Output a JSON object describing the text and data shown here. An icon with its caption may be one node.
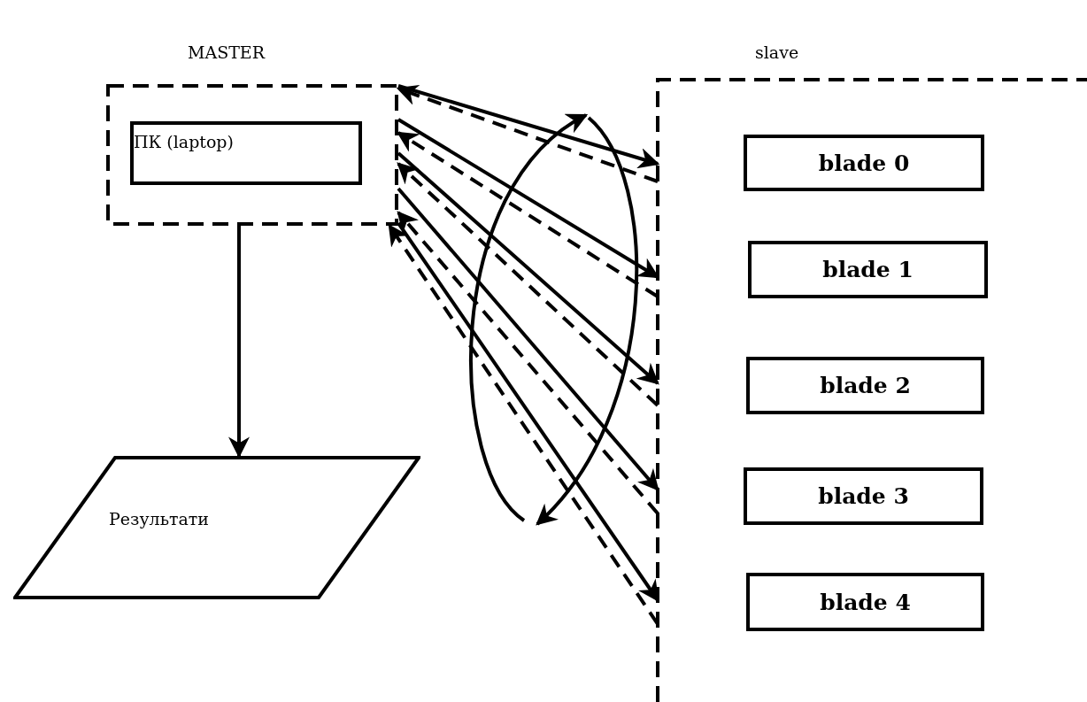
{
  "diagram": {
    "nodes": [
      {
        "text": [],
        "shape": "box"
      },
      {
        "text": [
          "ПК (laptop)"
        ],
        "in": 0
      },
      {
        "text": [
          "Результати"
        ]
      },
      {
        "text": [],
        "shape": "box"
      },
      {
        "text": [
          "blade 0"
        ],
        "in": 3
      },
      {
        "text": [
          "blade 1"
        ],
        "in": 3
      },
      {
        "text": [
          "blade 2"
        ],
        "in": 3
      },
      {
        "text": [
          "blade 3"
        ],
        "in": 3
      },
      {
        "text": [
          "blade 4"
        ],
        "in": 3
      }
    ],
    "edges": [
      {
        "from": 0,
        "to": 2,
        "arrow": "to"
      },
      {
        "from": 0,
        "to": 3,
        "arrow": "to"
      },
      {
        "from": 3,
        "to": 0,
        "arrow": "to",
        "style": "dashed"
      },
      {
        "from": 0,
        "to": 3,
        "arrow": "to"
      },
      {
        "from": 3,
        "to": 0,
        "arrow": "to",
        "style": "dashed"
      },
      {
        "from": 0,
        "to": 3,
        "arrow": "to"
      },
      {
        "from": 3,
        "to": 0,
        "arrow": "to",
        "style": "dashed"
      },
      {
        "from": 0,
        "to": 3,
        "arrow": "to"
      },
      {
        "from": 3,
        "to": 0,
        "arrow": "to",
        "style": "dashed"
      },
      {
        "from": 0,
        "to": 3,
        "arrow": "to"
      },
      {
        "from": 3,
        "to": 0,
        "arrow": "to",
        "style": "dashed"
      }
    ],
    "labels": [
      "MASTER",
      "slave"
    ]
  }
}
